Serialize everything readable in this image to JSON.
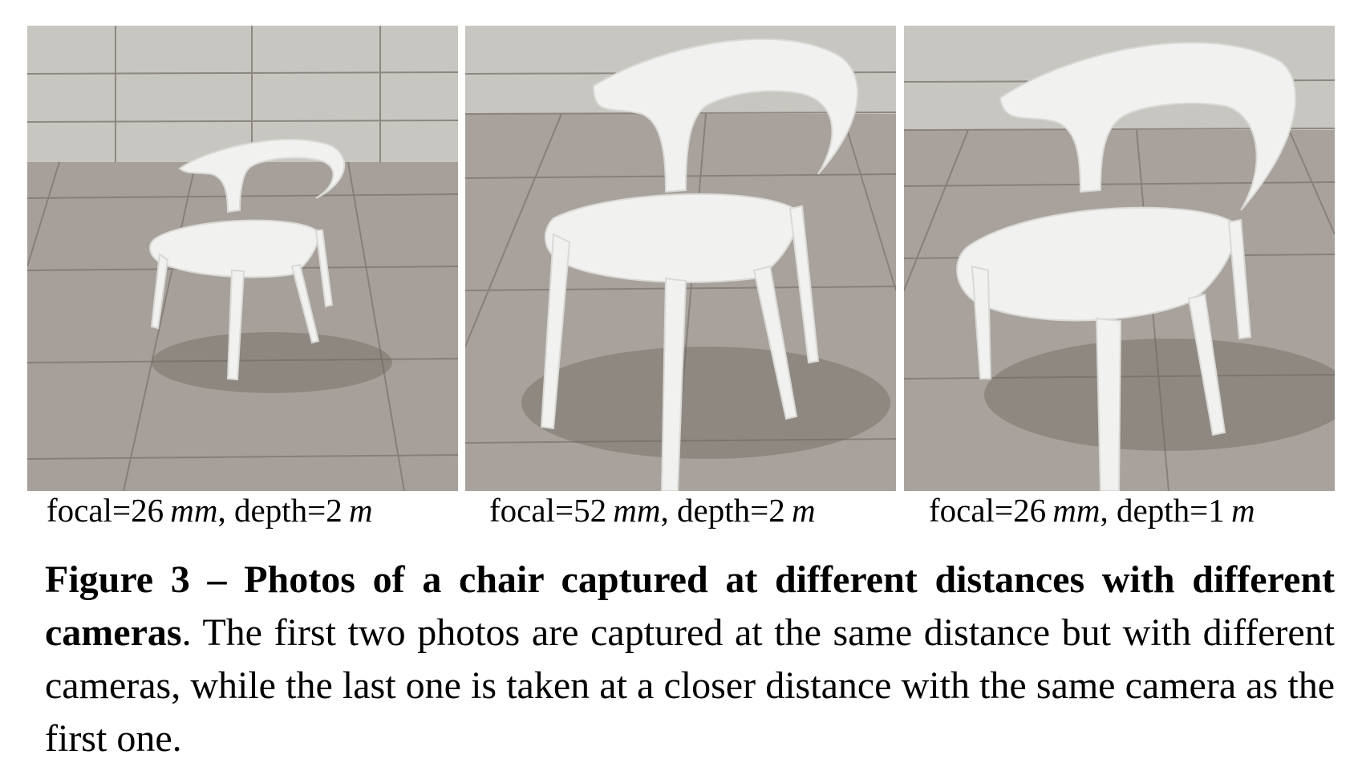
{
  "panels": [
    {
      "focal_prefix": "focal=26",
      "focal_unit": "mm",
      "depth_prefix": ", depth=2",
      "depth_unit": "m"
    },
    {
      "focal_prefix": "focal=52",
      "focal_unit": "mm",
      "depth_prefix": ", depth=2",
      "depth_unit": "m"
    },
    {
      "focal_prefix": "focal=26",
      "focal_unit": "mm",
      "depth_prefix": ", depth=1",
      "depth_unit": "m"
    }
  ],
  "caption": {
    "bold": "Figure 3 – Photos of a chair captured at different distances with different cameras",
    "text": ". The first two photos are captured at the same distance but with different cameras, while the last one is taken at a closer distance with the same camera as the first one."
  },
  "colors": {
    "floor": "#a9a29c",
    "wall": "#c9c7c1",
    "grout": "#7f7873",
    "chair": "#f1f1ef",
    "chair_shade": "#d9d9d6",
    "shadow": "#6f6862"
  }
}
